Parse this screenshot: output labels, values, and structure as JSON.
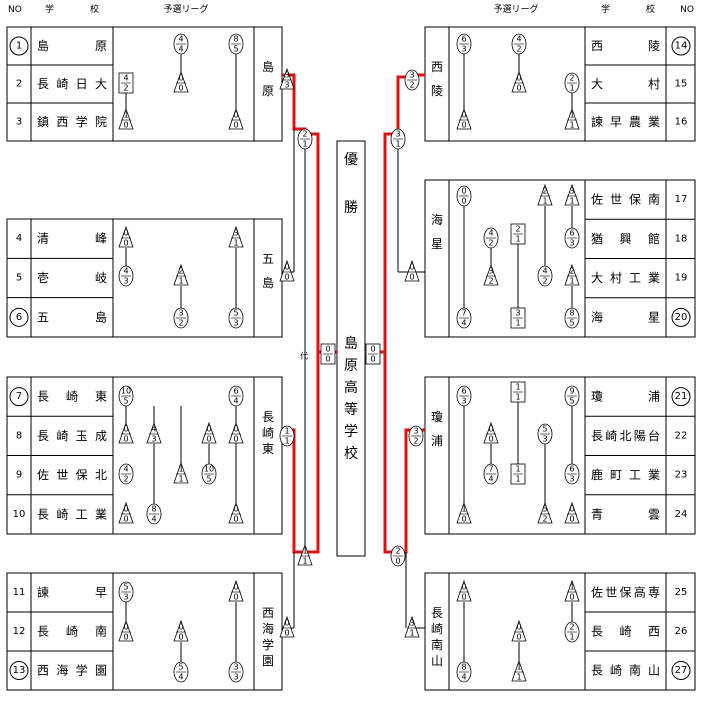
{
  "header": {
    "left_no": "NO",
    "left_school": "学　　　　校",
    "left_league": "予選リーグ",
    "right_league": "予選リーグ",
    "right_school": "学　　　　校",
    "right_no": "NO"
  },
  "champion": {
    "label": "優勝",
    "name": "島原高等学校"
  },
  "notes": {
    "substitute": "代"
  },
  "colors": {
    "win_line": "#e01010",
    "line": "#000000"
  },
  "left_groups": [
    {
      "winner": "島原",
      "teams": [
        {
          "no": "1",
          "name": "島原",
          "circled": true
        },
        {
          "no": "2",
          "name": "長崎日大",
          "circled": false
        },
        {
          "no": "3",
          "name": "鎮西学院",
          "circled": false
        }
      ]
    },
    {
      "winner": "五島",
      "teams": [
        {
          "no": "4",
          "name": "清峰",
          "circled": false
        },
        {
          "no": "5",
          "name": "壱岐",
          "circled": false
        },
        {
          "no": "6",
          "name": "五島",
          "circled": true
        }
      ]
    },
    {
      "winner": "長崎東",
      "teams": [
        {
          "no": "7",
          "name": "長崎東",
          "circled": true
        },
        {
          "no": "8",
          "name": "長崎玉成",
          "circled": false
        },
        {
          "no": "9",
          "name": "佐世保北",
          "circled": false
        },
        {
          "no": "10",
          "name": "長崎工業",
          "circled": false
        }
      ]
    },
    {
      "winner": "西海学園",
      "teams": [
        {
          "no": "11",
          "name": "諫早",
          "circled": false
        },
        {
          "no": "12",
          "name": "長崎南",
          "circled": false
        },
        {
          "no": "13",
          "name": "西海学園",
          "circled": true
        }
      ]
    }
  ],
  "right_groups": [
    {
      "winner": "西陵",
      "teams": [
        {
          "no": "14",
          "name": "西陵",
          "circled": true
        },
        {
          "no": "15",
          "name": "大村",
          "circled": false
        },
        {
          "no": "16",
          "name": "諫早農業",
          "circled": false
        }
      ]
    },
    {
      "winner": "海星",
      "teams": [
        {
          "no": "17",
          "name": "佐世保南",
          "circled": false
        },
        {
          "no": "18",
          "name": "猶興館",
          "circled": false
        },
        {
          "no": "19",
          "name": "大村工業",
          "circled": false
        },
        {
          "no": "20",
          "name": "海星",
          "circled": true
        }
      ]
    },
    {
      "winner": "瓊浦",
      "teams": [
        {
          "no": "21",
          "name": "瓊浦",
          "circled": true
        },
        {
          "no": "22",
          "name": "長崎北陽台",
          "circled": false
        },
        {
          "no": "23",
          "name": "鹿町工業",
          "circled": false
        },
        {
          "no": "24",
          "name": "青雲",
          "circled": false
        }
      ]
    },
    {
      "winner": "長崎南山",
      "teams": [
        {
          "no": "25",
          "name": "佐世保高専",
          "circled": false
        },
        {
          "no": "26",
          "name": "長崎西",
          "circled": false
        },
        {
          "no": "27",
          "name": "長崎南山",
          "circled": true
        }
      ]
    }
  ],
  "league_scores": {
    "g1": [
      [
        "4",
        "4"
      ],
      [
        "8",
        "5"
      ],
      [
        "4",
        "2"
      ],
      [
        "0",
        "0"
      ],
      [
        "1",
        "0"
      ],
      [
        "0",
        "0"
      ]
    ],
    "g2": [
      [
        "0",
        "0"
      ],
      [
        "3",
        "1"
      ],
      [
        "4",
        "3"
      ],
      [
        "2",
        "1"
      ],
      [
        "3",
        "2"
      ],
      [
        "5",
        "3"
      ]
    ],
    "g3": [
      [
        "10",
        "5"
      ],
      [
        "6",
        "4"
      ],
      [
        "0",
        "0"
      ],
      [
        "4",
        "3"
      ],
      [
        "0",
        "0"
      ],
      [
        "0",
        "0"
      ],
      [
        "4",
        "2"
      ],
      [
        "1",
        "1"
      ],
      [
        "10",
        "5"
      ],
      [
        "0",
        "0"
      ],
      [
        "8",
        "4"
      ],
      [
        "0",
        "0"
      ]
    ],
    "g4": [
      [
        "5",
        "3"
      ],
      [
        "0",
        "0"
      ],
      [
        "0",
        "0"
      ],
      [
        "0",
        "0"
      ],
      [
        "5",
        "4"
      ],
      [
        "3",
        "3"
      ]
    ],
    "g5": [
      [
        "6",
        "3"
      ],
      [
        "4",
        "2"
      ],
      [
        "2",
        "1"
      ],
      [
        "0",
        "0"
      ],
      [
        "1",
        "1"
      ],
      [
        "0",
        "0"
      ]
    ],
    "g6": [
      [
        "0",
        "0"
      ],
      [
        "3",
        "1"
      ],
      [
        "4",
        "2"
      ],
      [
        "2",
        "1"
      ],
      [
        "3",
        "2"
      ],
      [
        "6",
        "3"
      ],
      [
        "2",
        "1"
      ],
      [
        "4",
        "2"
      ],
      [
        "7",
        "4"
      ],
      [
        "2",
        "1"
      ],
      [
        "8",
        "5"
      ],
      [
        "3",
        "1"
      ]
    ],
    "g7": [
      [
        "6",
        "3"
      ],
      [
        "1",
        "1"
      ],
      [
        "9",
        "5"
      ],
      [
        "0",
        "0"
      ],
      [
        "5",
        "3"
      ],
      [
        "1",
        "1"
      ],
      [
        "7",
        "4"
      ],
      [
        "6",
        "3"
      ],
      [
        "1",
        "0"
      ],
      [
        "5",
        "2"
      ],
      [
        "0",
        "0"
      ]
    ],
    "g8": [
      [
        "0",
        "0"
      ],
      [
        "1",
        "0"
      ],
      [
        "2",
        "1"
      ],
      [
        "0",
        "0"
      ],
      [
        "8",
        "4"
      ],
      [
        "1",
        "1"
      ]
    ]
  },
  "knockout_scores": {
    "l_r1_top": [
      "3",
      "3"
    ],
    "l_r1_bot": [
      "0",
      "0"
    ],
    "l_r2_a": [
      "2",
      "1"
    ],
    "l_r1_c": [
      "1",
      "1"
    ],
    "l_r1_d": [
      "0",
      "0"
    ],
    "l_r2_b": [
      "1",
      "1"
    ],
    "l_final": [
      "0",
      "0"
    ],
    "r_r1_top": [
      "3",
      "2"
    ],
    "r_r1_bot": [
      "0",
      "0"
    ],
    "r_r2_a": [
      "3",
      "1"
    ],
    "r_r1_c": [
      "3",
      "2"
    ],
    "r_r1_d": [
      "3",
      "1"
    ],
    "r_r2_b": [
      "2",
      "0"
    ],
    "r_final": [
      "0",
      "0"
    ]
  }
}
